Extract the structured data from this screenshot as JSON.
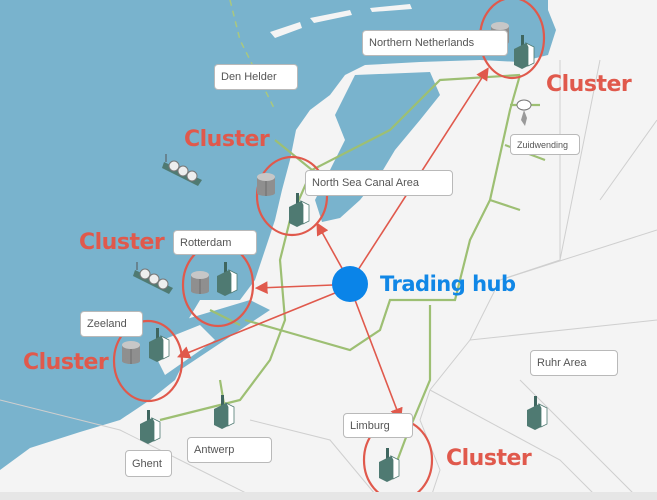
{
  "colors": {
    "sea": "#79b3cd",
    "land": "#f4f4f4",
    "pipeline": "#9dbf73",
    "cluster": "#e0594c",
    "hub": "#0a84e8",
    "factory": "#4f7a72"
  },
  "trading_hub": {
    "label": "Trading hub"
  },
  "cluster_label": "Cluster",
  "regions": {
    "northern_netherlands": "Northern Netherlands",
    "den_helder": "Den Helder",
    "zuidwending": "Zuidwending",
    "north_sea_canal": "North Sea Canal Area",
    "rotterdam": "Rotterdam",
    "zeeland": "Zeeland",
    "ruhr": "Ruhr Area",
    "limburg": "Limburg",
    "antwerp": "Antwerp",
    "ghent": "Ghent"
  }
}
